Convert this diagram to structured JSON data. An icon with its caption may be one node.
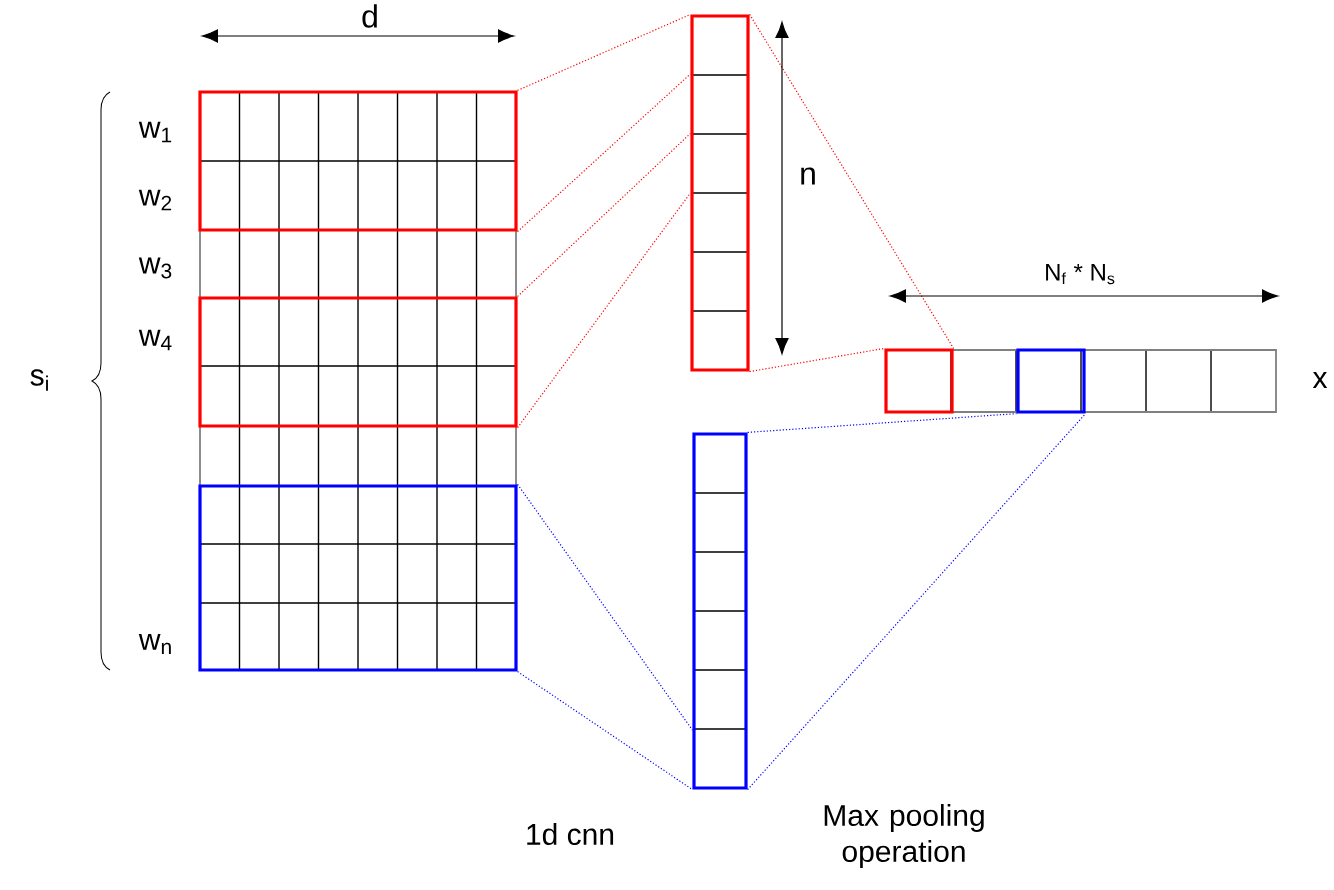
{
  "diagram": {
    "nodes": [
      {
        "text": [],
        "shape": "box"
      },
      {
        "text": [],
        "shape": "box",
        "in": 0
      },
      {
        "text": [],
        "shape": "box",
        "in": 0
      },
      {
        "text": [],
        "shape": "box",
        "in": 0
      },
      {
        "text": [],
        "shape": "box"
      },
      {
        "text": [],
        "shape": "box"
      },
      {
        "text": [],
        "shape": "box",
        "beside": [
          "x"
        ]
      },
      {
        "text": [],
        "shape": "box",
        "in": 6
      },
      {
        "text": [],
        "shape": "box",
        "in": 6
      }
    ],
    "edges": [
      {
        "from": 1,
        "to": 4,
        "arrow": "none",
        "style": "dashed",
        "color": "#ff0000"
      },
      {
        "from": 1,
        "to": 4,
        "arrow": "none",
        "style": "dashed",
        "color": "#ff0000"
      },
      {
        "from": 2,
        "to": 4,
        "arrow": "none",
        "style": "dashed",
        "color": "#ff0000"
      },
      {
        "from": 2,
        "to": 4,
        "arrow": "none",
        "style": "dashed",
        "color": "#ff0000"
      },
      {
        "from": 3,
        "to": 5,
        "arrow": "none",
        "style": "dashed",
        "color": "#0000ff"
      },
      {
        "from": 3,
        "to": 5,
        "arrow": "none",
        "style": "dashed",
        "color": "#0000ff"
      },
      {
        "from": 4,
        "to": 7,
        "arrow": "none",
        "style": "dashed",
        "color": "#ff0000"
      },
      {
        "from": 4,
        "to": 7,
        "arrow": "none",
        "style": "dashed",
        "color": "#ff0000"
      },
      {
        "from": 5,
        "to": 8,
        "arrow": "none",
        "style": "dashed",
        "color": "#0000ff"
      },
      {
        "from": 5,
        "to": 8,
        "arrow": "none",
        "style": "dashed",
        "color": "#0000ff"
      }
    ],
    "labels": [
      "d",
      "w$_{1}$",
      "n",
      "w$_{2}$",
      "w$_{3}$",
      "w$_{4}$",
      "N$_{f}$ * N$_{s}$",
      "s$_{i}$",
      "w$_{n}$",
      "1d cnn",
      "Max pooling operation"
    ]
  }
}
